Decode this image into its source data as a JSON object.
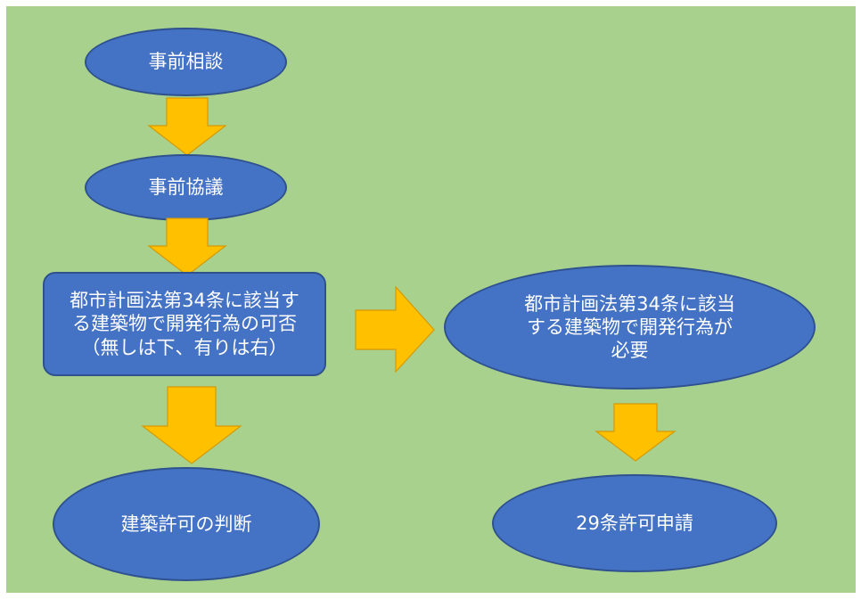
{
  "diagram": {
    "background_color": "#a9d18e",
    "node_fill": "#4472c4",
    "node_border": "#2f528f",
    "arrow_color": "#ffc000",
    "nodes": {
      "prior_consultation": "事前相談",
      "prior_deliberation": "事前協議",
      "decision_lines": [
        "都市計画法第34条に該当す",
        "る建築物で開発行為の可否",
        "（無しは下、有りは右）"
      ],
      "development_required_lines": [
        "都市計画法第34条に該当",
        "する建築物で開発行為が",
        "必要"
      ],
      "building_permit_decision": "建築許可の判断",
      "article29_application": "29条許可申請"
    },
    "edges": [
      {
        "from": "事前相談",
        "to": "事前協議",
        "direction": "down"
      },
      {
        "from": "事前協議",
        "to": "decision",
        "direction": "down"
      },
      {
        "from": "decision",
        "to": "建築許可の判断",
        "direction": "down",
        "condition": "無し"
      },
      {
        "from": "decision",
        "to": "development_required",
        "direction": "right",
        "condition": "有り"
      },
      {
        "from": "development_required",
        "to": "29条許可申請",
        "direction": "down"
      }
    ]
  }
}
